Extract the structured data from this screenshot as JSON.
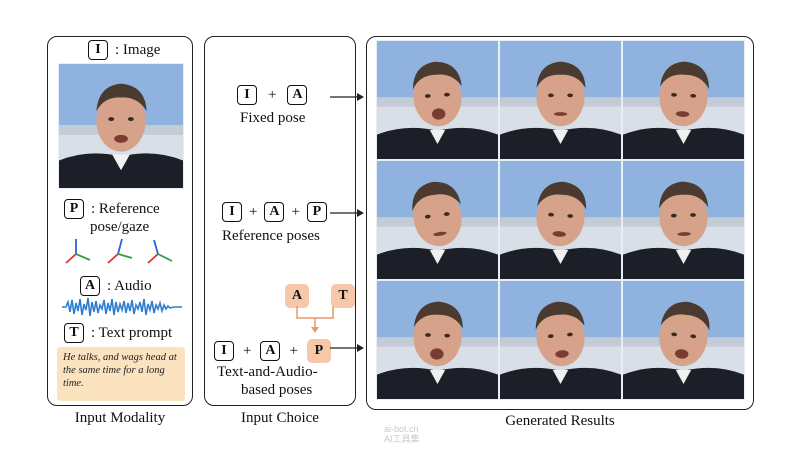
{
  "modality": {
    "image_key": "I",
    "image_label": ": Image",
    "pose_key": "P",
    "pose_label_line1": ": Reference",
    "pose_label_line2": "pose/gaze",
    "audio_key": "A",
    "audio_label": ": Audio",
    "text_key": "T",
    "text_label": ": Text prompt",
    "text_prompt": "He talks, and wags head at the same time for a long time.",
    "caption": "Input Modality"
  },
  "choice": {
    "row1": {
      "k1": "I",
      "op1": "+",
      "k2": "A",
      "label": "Fixed pose"
    },
    "row2": {
      "k1": "I",
      "op1": "+",
      "k2": "A",
      "op2": "+",
      "k3": "P",
      "label": "Reference poses"
    },
    "row3": {
      "top_k1": "A",
      "top_k2": "T",
      "k1": "I",
      "op1": "+",
      "k2": "A",
      "op2": "+",
      "k3": "P",
      "label_line1": "Text-and-Audio-",
      "label_line2": "based poses"
    },
    "caption": "Input Choice"
  },
  "results": {
    "caption": "Generated Results"
  },
  "watermark": {
    "line1": "ai-bot.cn",
    "line2": "AI工具集"
  },
  "colors": {
    "orange_key": "#f6c7a9",
    "prompt_bg": "#fbe3bf",
    "sky": "#8fb3de",
    "audio_wave": "#2f7fd0",
    "axis_red": "#e0312f",
    "axis_green": "#30a040",
    "axis_blue": "#3060d8"
  }
}
